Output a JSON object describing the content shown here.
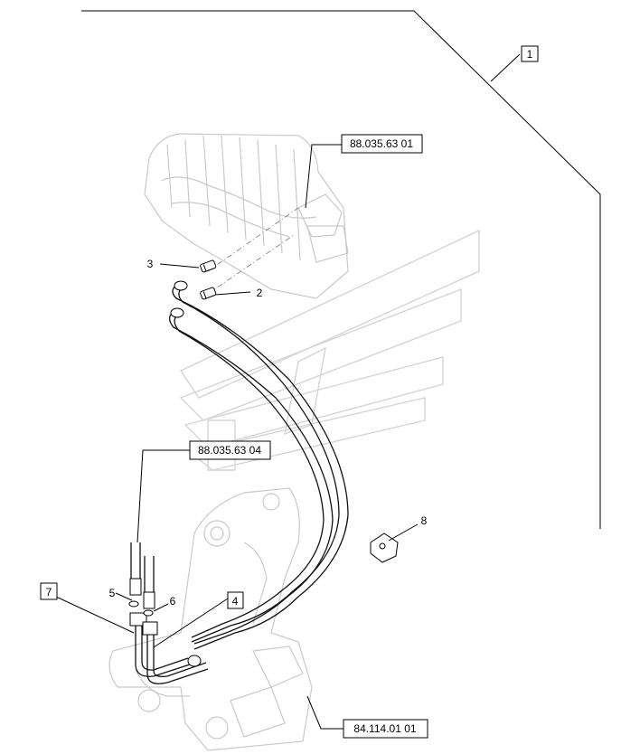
{
  "callouts": {
    "item_1": "1",
    "item_2": "2",
    "item_3": "3",
    "item_4": "4",
    "item_5": "5",
    "item_6": "6",
    "item_7": "7",
    "item_8": "8"
  },
  "references": {
    "control_valve": "88.035.63 01",
    "hose_ref": "88.035.63 04",
    "swing_frame": "84.114.01 01"
  }
}
